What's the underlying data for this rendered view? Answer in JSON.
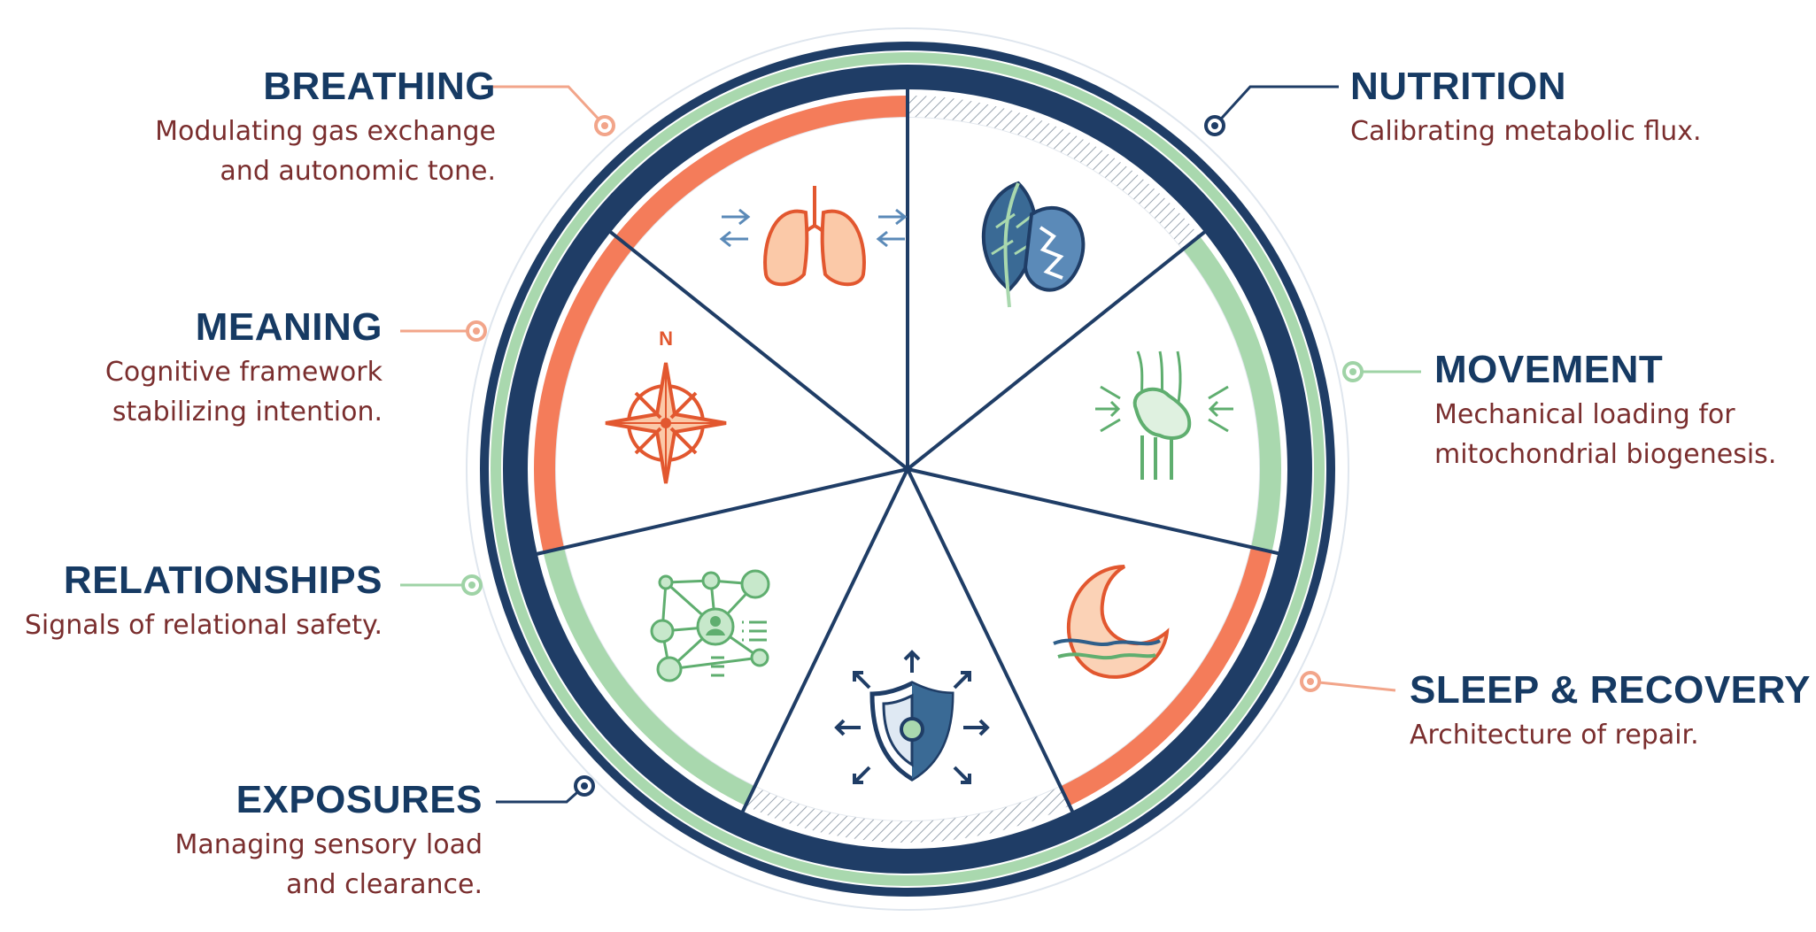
{
  "colors": {
    "navy": "#1f3d66",
    "title": "#163a63",
    "desc": "#7a2e2e",
    "orange": "#f47c5a",
    "green": "#a9d8ae",
    "connector_orange": "#f2a58a",
    "connector_green": "#9fd3a6",
    "icon_orange": "#e2572f",
    "icon_green": "#5fae6f",
    "icon_blue": "#2f5f8a"
  },
  "segments": [
    {
      "key": "breathing",
      "title": "BREATHING",
      "desc_lines": [
        "Modulating gas exchange",
        "and autonomic tone."
      ],
      "icon": "lungs-icon",
      "band": "orange"
    },
    {
      "key": "nutrition",
      "title": "NUTRITION",
      "desc_lines": [
        "Calibrating metabolic flux."
      ],
      "icon": "leaf-mitochondria-icon",
      "band": "hatch"
    },
    {
      "key": "movement",
      "title": "MOVEMENT",
      "desc_lines": [
        "Mechanical loading for",
        "mitochondrial biogenesis."
      ],
      "icon": "knee-joint-icon",
      "band": "green"
    },
    {
      "key": "sleep",
      "title": "SLEEP & RECOVERY",
      "desc_lines": [
        "Architecture of repair."
      ],
      "icon": "moon-waves-icon",
      "band": "orange"
    },
    {
      "key": "exposures",
      "title": "EXPOSURES",
      "desc_lines": [
        "Managing sensory load",
        "and clearance."
      ],
      "icon": "shield-icon",
      "band": "hatch"
    },
    {
      "key": "relationships",
      "title": "RELATIONSHIPS",
      "desc_lines": [
        "Signals of relational safety."
      ],
      "icon": "network-people-icon",
      "band": "green"
    },
    {
      "key": "meaning",
      "title": "MEANING",
      "desc_lines": [
        "Cognitive framework",
        "stabilizing intention."
      ],
      "icon": "compass-icon",
      "band": "orange"
    }
  ],
  "compass_letter": "N"
}
